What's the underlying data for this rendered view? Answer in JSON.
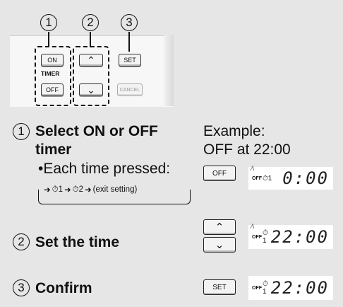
{
  "remote": {
    "callouts": [
      "1",
      "2",
      "3"
    ],
    "buttons": {
      "on": "ON",
      "timer": "TIMER",
      "off": "OFF",
      "up": "⌃",
      "down": "⌄",
      "set": "SET",
      "cancel": "CANCEL"
    }
  },
  "steps": [
    {
      "number": "1",
      "title_line1": "Select ON or OFF",
      "title_line2": "timer",
      "bullet": "•Each time pressed:",
      "flow": [
        "⏱1",
        "⏱2",
        "(exit setting)"
      ],
      "button_label": "OFF",
      "lcd": {
        "tag": "OFF",
        "icon": "⏱1",
        "digits": "0:00"
      }
    },
    {
      "number": "2",
      "title": "Set the time",
      "buttons": [
        "⌃",
        "⌄"
      ],
      "lcd": {
        "tag": "OFF",
        "icon": "⏱1",
        "digits": "22:00"
      }
    },
    {
      "number": "3",
      "title": "Confirm",
      "button_label": "SET",
      "lcd": {
        "tag": "OFF",
        "icon": "⏱1",
        "digits": "22:00"
      }
    }
  ],
  "example": {
    "line1": "Example:",
    "line2": "OFF at 22:00"
  }
}
